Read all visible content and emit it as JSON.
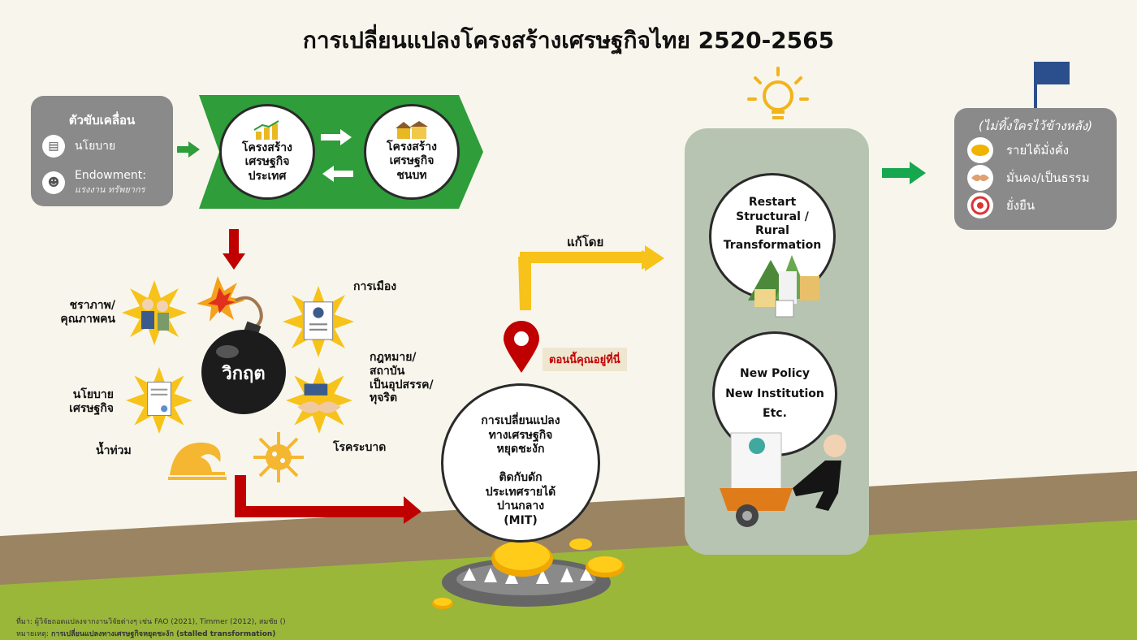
{
  "title": "การเปลี่ยนแปลงโครงสร้างเศรษฐกิจไทย 2520-2565",
  "drivers": {
    "heading": "ตัวขับเคลื่อน",
    "items": [
      {
        "label": "นโยบาย",
        "sublabel": ""
      },
      {
        "label": "Endowment:",
        "sublabel": "แรงงาน ทรัพยากร"
      }
    ]
  },
  "structure": {
    "national": "โครงสร้าง\nเศรษฐกิจ\nประเทศ",
    "rural": "โครงสร้าง\nเศรษฐกิจ\nชนบท"
  },
  "crisis": {
    "center": "วิกฤต",
    "factors": {
      "aging": "ชราภาพ/\nคุณภาพคน",
      "politics": "การเมือง",
      "law": "กฎหมาย/\nสถาบัน\nเป็นอุปสรรค/\nทุจริต",
      "econ_policy": "นโยบาย\nเศรษฐกิจ",
      "flood": "น้ำท่วม",
      "pandemic": "โรคระบาด"
    }
  },
  "fix_label": "แก้โดย",
  "here_label": "ตอนนี้คุณอยู่ที่นี่",
  "trap_circle": "การเปลี่ยนแปลง\nทางเศรษฐกิจ\nหยุดชะงัก\n\nติดกับดัก\nประเทศรายได้\nปานกลาง\n(MIT)",
  "solutions": {
    "restart": "Restart\nStructural /\nRural\nTransformation",
    "policy": "New Policy\nNew Institution\nEtc."
  },
  "results": {
    "heading": "(ไม่ทิ้งใครไว้ข้างหลัง)",
    "items": [
      "รายได้มั่งคั่ง",
      "มั่นคง/เป็นธรรม",
      "ยั่งยืน"
    ]
  },
  "footer": {
    "source": "ที่มา: ผู้วิจัยถอดแปลงจากงานวิจัยต่างๆ เช่น FAO (2021), Timmer (2012), สมชัย ()",
    "note_prefix": "หมายเหตุ: ",
    "note_bold": "การเปลี่ยนแปลงทางเศรษฐกิจหยุดชะงัก (stalled transformation)"
  },
  "colors": {
    "green": "#2e9d3a",
    "red": "#c00000",
    "yellow": "#f7c21a",
    "gray_panel": "#8a8a8a",
    "solution_panel": "#b8c4b2",
    "ground_brown": "#9b8462",
    "grass": "#9bb73a"
  },
  "icons": [
    "policy-doc-icon",
    "worker-icon",
    "growth-coins-icon",
    "houses-icon",
    "elderly-icon",
    "bomb-icon",
    "resume-icon",
    "handshake-icon",
    "contract-icon",
    "wave-icon",
    "virus-icon",
    "location-pin-icon",
    "bear-trap-icon",
    "gold-coins-icon",
    "lightbulb-icon",
    "village-icon",
    "runner-cart-icon",
    "flag-icon",
    "coin-icon",
    "handshake-small-icon",
    "target-icon"
  ]
}
